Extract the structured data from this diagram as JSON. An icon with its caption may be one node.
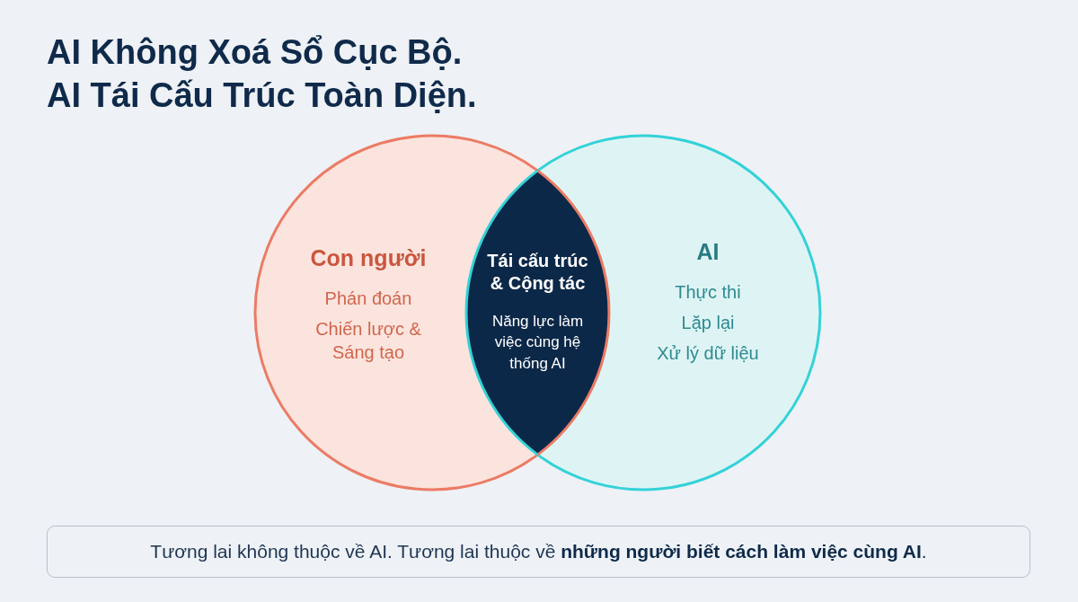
{
  "diagram": {
    "title": "AI Không Xoá Sổ Cục Bộ. AI Tái Cấu Trúc Toàn Diện.",
    "nodes": [
      {
        "text": [
          "Con người",
          "Phán đoán",
          "Chiến lược & Sáng tạo"
        ]
      },
      {
        "text": [
          "AI",
          "Thực thi",
          "Lặp lại",
          "Xử lý dữ liệu"
        ]
      },
      {
        "text": [
          "Tái cấu trúc & Cộng tác",
          "Năng lực làm việc cùng hệ thống AI"
        ]
      },
      {
        "text": [
          "Tương lai không thuộc về AI. Tương lai thuộc về **những người biết cách làm việc cùng AI**."
        ]
      }
    ]
  }
}
